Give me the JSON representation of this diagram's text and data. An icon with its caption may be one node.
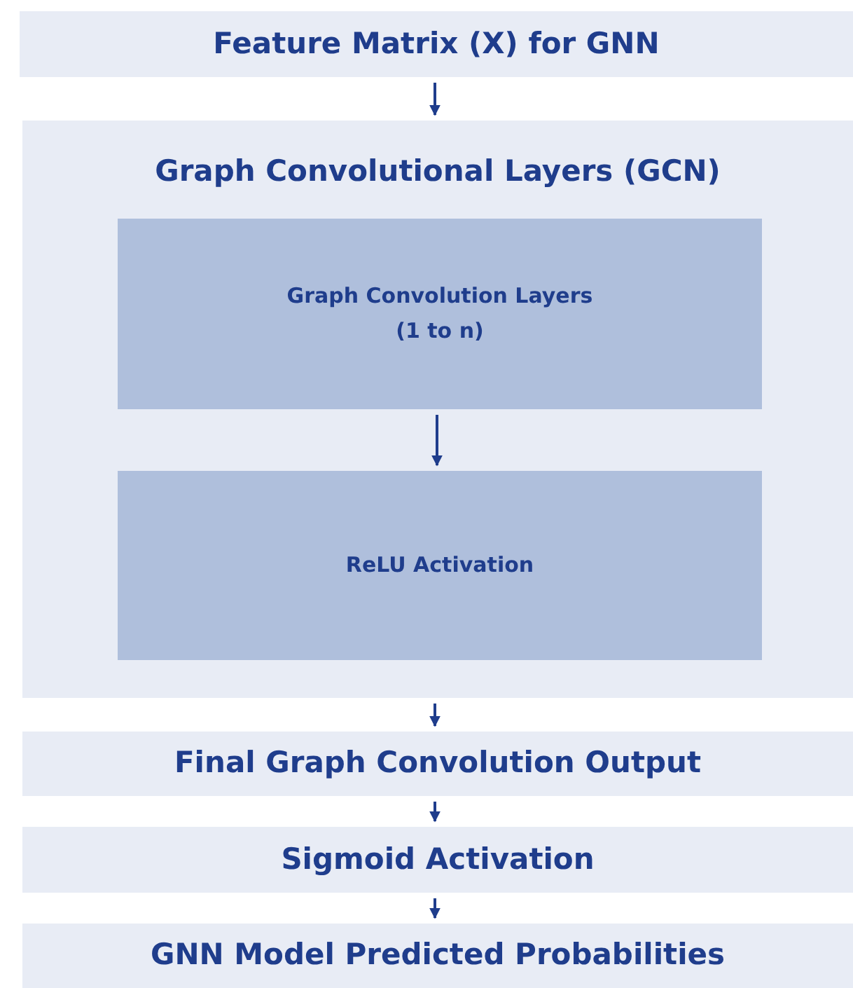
{
  "diagram": {
    "nodes": [
      {
        "text": [
          "Feature Matrix (X) for GNN"
        ]
      },
      {
        "text": [
          "Graph Convolutional Layers (GCN)"
        ]
      },
      {
        "text": [
          "Graph Convolution Layers (1 to n)"
        ],
        "in": 1
      },
      {
        "text": [
          "ReLU Activation"
        ],
        "in": 1
      },
      {
        "text": [
          "Final Graph Convolution Output"
        ]
      },
      {
        "text": [
          "Sigmoid Activation"
        ]
      },
      {
        "text": [
          "GNN Model Predicted Probabilities"
        ]
      }
    ],
    "edges": [
      {
        "from": 0,
        "to": 1,
        "arrow": "to"
      },
      {
        "from": 2,
        "to": 3,
        "arrow": "to"
      },
      {
        "from": 1,
        "to": 4,
        "arrow": "to"
      },
      {
        "from": 4,
        "to": 5,
        "arrow": "to"
      },
      {
        "from": 5,
        "to": 6,
        "arrow": "to"
      }
    ]
  }
}
